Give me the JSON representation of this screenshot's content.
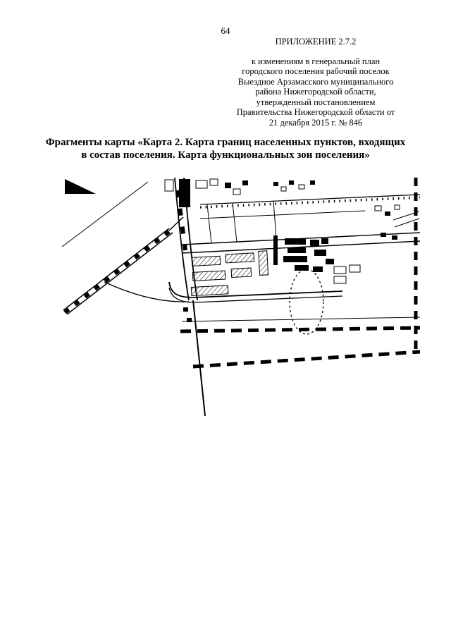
{
  "page": {
    "number": "64",
    "appendix": {
      "title": "ПРИЛОЖЕНИЕ 2.7.2",
      "lines": [
        "к изменениям в генеральный план",
        "городского поселения рабочий поселок",
        "Выездное Арзамасского муниципального",
        "района Нижегородской области,",
        "утвержденный постановлением",
        "Правительства Нижегородской области от",
        "21 декабря 2015 г. № 846"
      ]
    },
    "map_title": "Фрагменты карты «Карта 2. Карта границ населенных пунктов, входящих в состав поселения. Карта функциональных зон поселения»"
  }
}
